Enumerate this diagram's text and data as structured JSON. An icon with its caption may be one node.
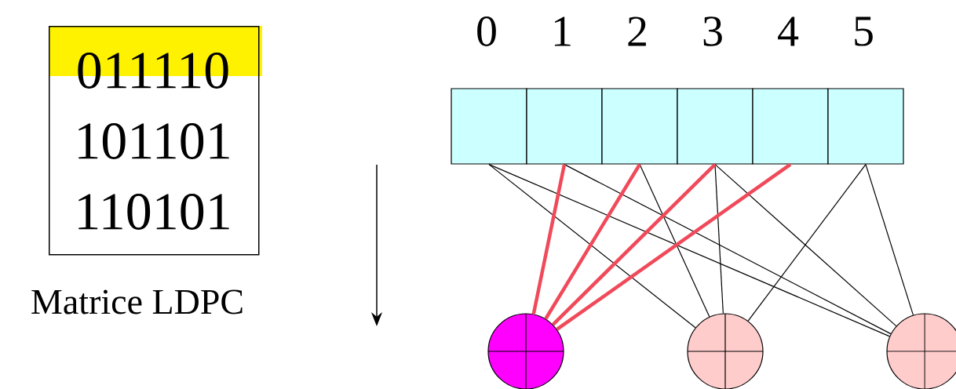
{
  "diagram": {
    "nodes": [
      {
        "text": [
          "011110",
          "101101",
          "110101"
        ]
      },
      {
        "text": [],
        "shape": "box",
        "beside": [
          "0"
        ]
      },
      {
        "text": [],
        "shape": "box",
        "beside": [
          "1"
        ]
      },
      {
        "text": [],
        "shape": "box",
        "beside": [
          "2"
        ]
      },
      {
        "text": [],
        "shape": "box",
        "beside": [
          "3"
        ]
      },
      {
        "text": [],
        "shape": "box",
        "beside": [
          "4"
        ]
      },
      {
        "text": [],
        "shape": "box",
        "beside": [
          "5"
        ]
      },
      {
        "text": [],
        "shape": "circle"
      },
      {
        "text": [],
        "shape": "circle"
      },
      {
        "text": [],
        "shape": "circle"
      }
    ],
    "edges": [
      {
        "from": 2,
        "to": 7,
        "arrow": "none",
        "style": "thick",
        "color": "#f04a5a"
      },
      {
        "from": 3,
        "to": 7,
        "arrow": "none",
        "style": "thick",
        "color": "#f04a5a"
      },
      {
        "from": 4,
        "to": 7,
        "arrow": "none",
        "style": "thick",
        "color": "#f04a5a"
      },
      {
        "from": 5,
        "to": 7,
        "arrow": "none",
        "style": "thick",
        "color": "#f04a5a"
      },
      {
        "from": 1,
        "to": 8,
        "arrow": "none"
      },
      {
        "from": 3,
        "to": 8,
        "arrow": "none"
      },
      {
        "from": 4,
        "to": 8,
        "arrow": "none"
      },
      {
        "from": 6,
        "to": 8,
        "arrow": "none"
      },
      {
        "from": 1,
        "to": 9,
        "arrow": "none"
      },
      {
        "from": 2,
        "to": 9,
        "arrow": "none"
      },
      {
        "from": 4,
        "to": 9,
        "arrow": "none"
      },
      {
        "from": 6,
        "to": 9,
        "arrow": "none"
      }
    ],
    "labels": [
      "Matrice LDPC"
    ]
  }
}
